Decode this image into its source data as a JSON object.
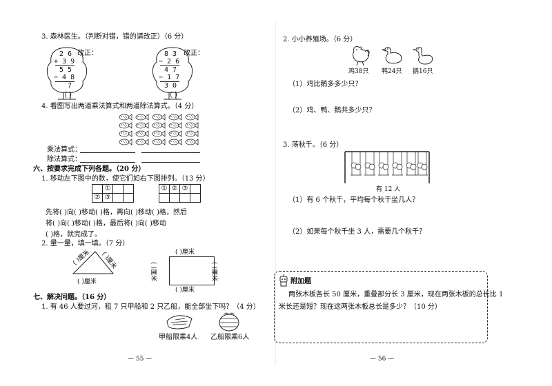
{
  "left": {
    "q3": {
      "title": "3. 森林医生。（判断对错，错的请改正）（6 分）",
      "tree1": {
        "rows": [
          "2 6",
          "+ 3 9",
          "5 5",
          "− 4 8",
          "7"
        ]
      },
      "tree2": {
        "rows": [
          "8 3",
          "− 2 6",
          "4 7",
          "− 1 7",
          "3 0"
        ]
      },
      "fix_label": "改正：",
      "paren": "（    ）"
    },
    "q4": {
      "title": "4. 看图写出两道乘法算式和两道除法算式。（4 分）",
      "mult_label": "乘法算式：",
      "div_label": "除法算式："
    },
    "section6": {
      "title": "六、按要求完成下列各题。（20 分）",
      "q1": {
        "title": "1. 移动左下图中的数，使它们如右下图排列。（13 分）",
        "grid_left": [
          [
            "",
            "①",
            "",
            ""
          ],
          [
            "②",
            "③",
            "",
            ""
          ]
        ],
        "grid_right": [
          [
            "①",
            "②",
            "③",
            ""
          ],
          [
            "",
            "",
            "",
            ""
          ]
        ],
        "line1": "先将(      )向(      )移动(      )格，再向(      )移动(      )格，然后",
        "line2": "将(      )向(      )移动(      )格，最后将(      )向(      )移动",
        "line3": "(      )格，就完成了。"
      },
      "q2": {
        "title": "2. 量一量，填一填。（7 分）",
        "tri_left": "(   )厘米",
        "tri_right": "(   )厘米",
        "tri_bottom": "(   )厘米",
        "rect_top": "(     )厘米",
        "rect_left": "(   )厘米",
        "rect_right": "(   )厘米",
        "rect_bottom": "(     )厘米"
      }
    },
    "section7": {
      "title": "七、解决问题。（16 分）",
      "q1": {
        "title": "1. 有 46 人要过河，租 7 只甲船和 2 只乙船，能全部坐下吗？（4 分）",
        "boat_a": "甲船限乘4人",
        "boat_b": "乙船限乘6人"
      }
    },
    "page_number": "— 55 —"
  },
  "right": {
    "q2": {
      "title": "2. 小小养殖场。（6 分）",
      "chicken": "鸡38只",
      "duck": "鸭24只",
      "goose": "鹅16只",
      "sub1": "（1）鸡比鹅多多少只？",
      "sub2": "（2）鸡、鸭、鹅共多少只？"
    },
    "q3": {
      "title": "3. 荡秋千。（6 分）",
      "caption": "有 12 人",
      "sub1": "（1）有 6 个秋千，平均每个秋千坐几人？",
      "sub2": "（2）如果每个秋千坐 3 人，需要几个秋千？"
    },
    "bonus": {
      "title": "附加题",
      "line1": "两张木板各长 50 厘米，重叠部分长 3 厘米，现在两张木板的总长比 1",
      "line2": "米长还是短？现在这两张木板总长是多少？（10 分）"
    },
    "page_number": "— 56 —"
  }
}
